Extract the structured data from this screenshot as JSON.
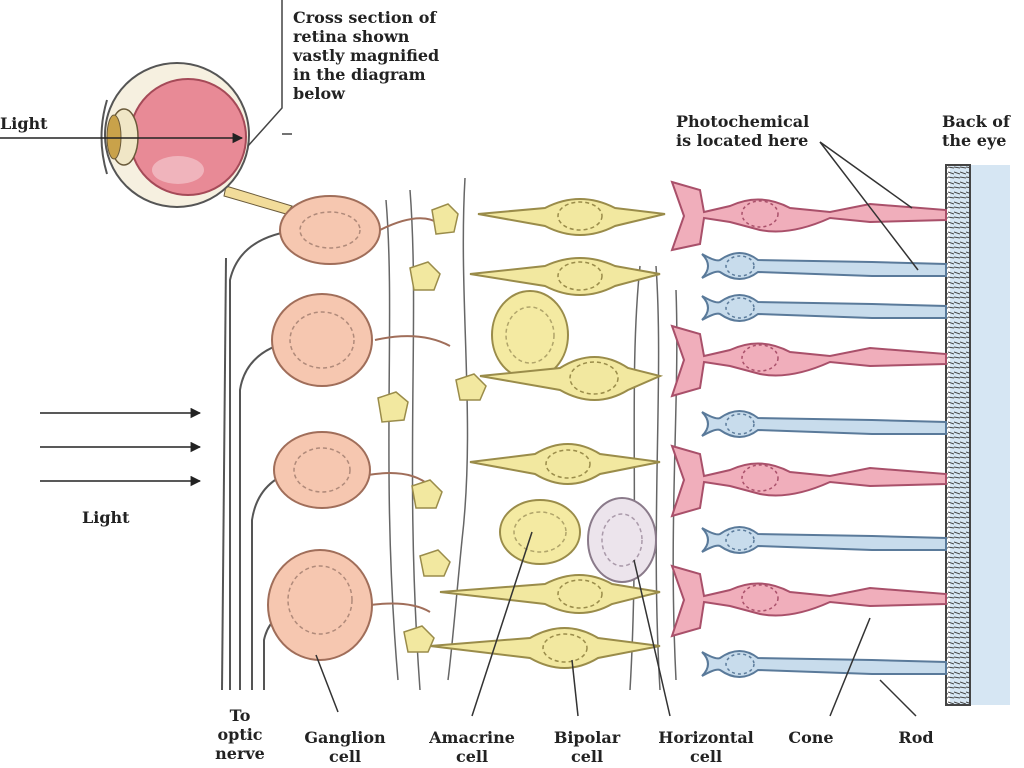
{
  "labels": {
    "light_top": "Light",
    "cross_section_note": "Cross section of\nretina shown\nvastly magnified\nin the diagram\nbelow",
    "photochemical": "Photochemical\nis located here",
    "back_of_eye": "Back of\nthe eye",
    "light_left": "Light",
    "to_optic_nerve": "To\noptic\nnerve",
    "ganglion": "Ganglion\ncell",
    "amacrine": "Amacrine\ncell",
    "bipolar": "Bipolar\ncell",
    "horizontal": "Horizontal\ncell",
    "cone": "Cone",
    "rod": "Rod"
  },
  "colors": {
    "ganglion": "#f6c7b0",
    "amacrine": "#f4eaa2",
    "bipolar": "#f2e8a0",
    "horizontal": "#ece4ec",
    "cone": "#f0aebb",
    "rod": "#c8dcec",
    "back_of_eye": "#a9c8e0",
    "eye_interior": "#e88a96",
    "outline": "#555555"
  }
}
